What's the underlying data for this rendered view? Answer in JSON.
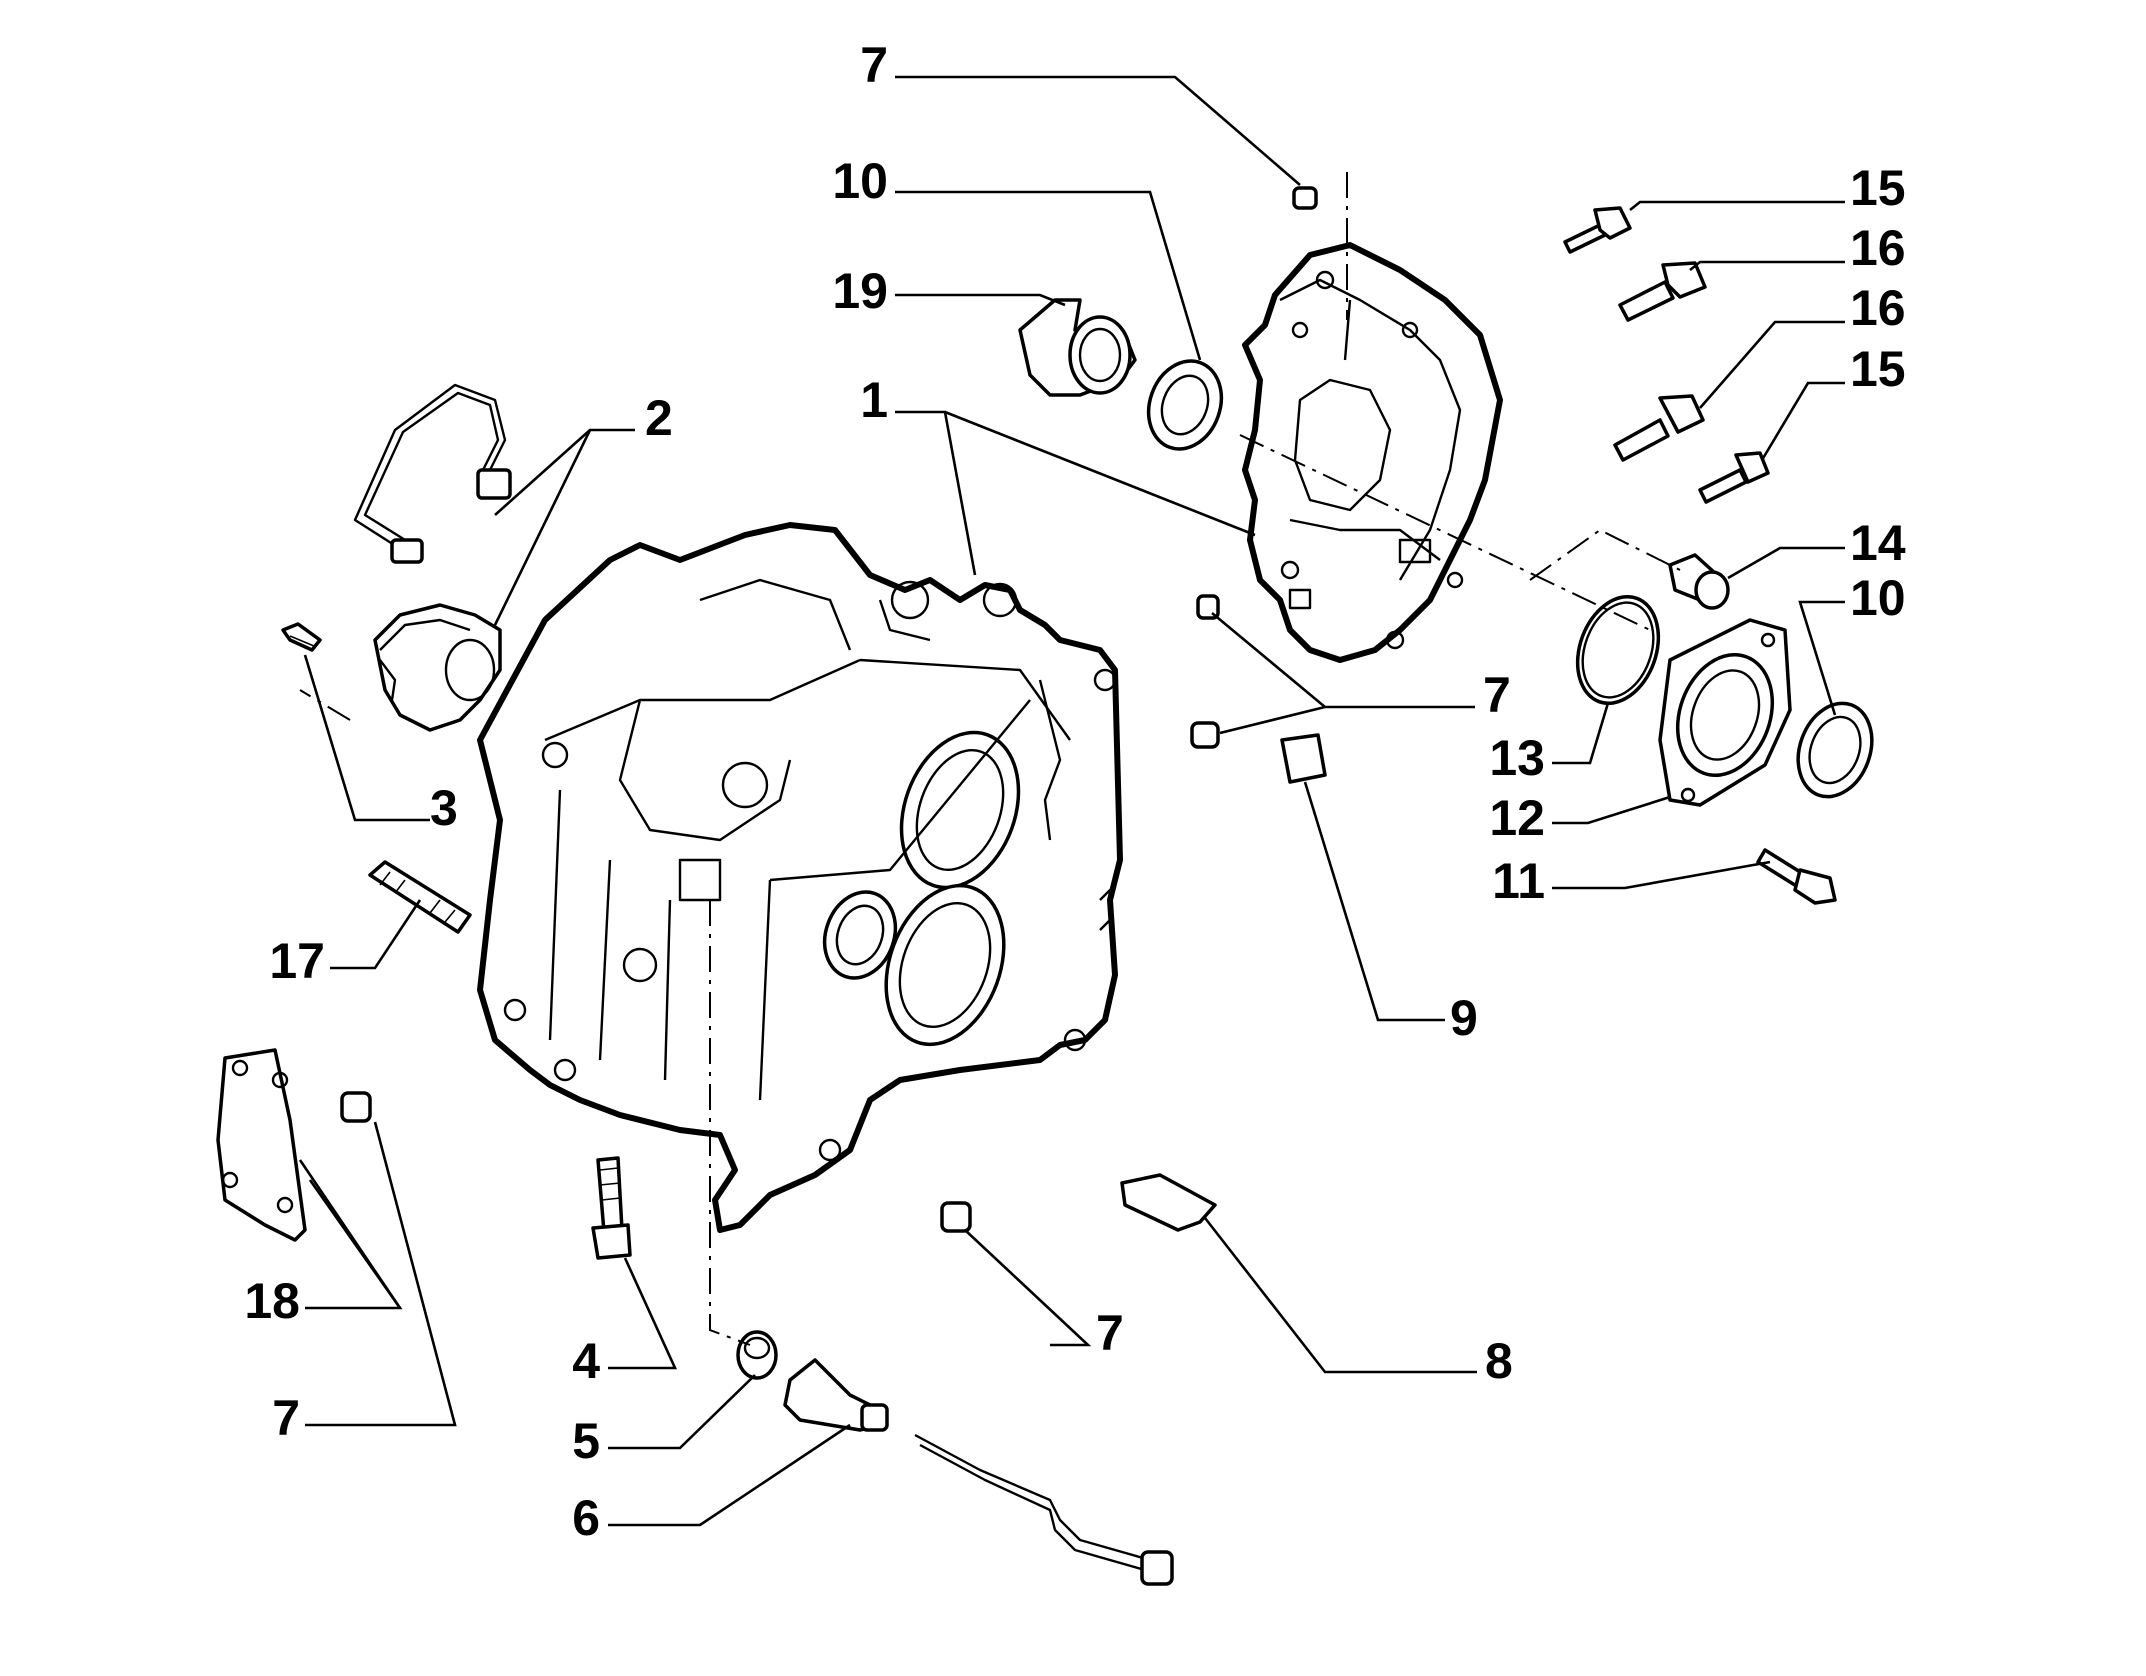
{
  "callouts": [
    {
      "id": "c7a",
      "label": "7"
    },
    {
      "id": "c10a",
      "label": "10"
    },
    {
      "id": "c19",
      "label": "19"
    },
    {
      "id": "c1",
      "label": "1"
    },
    {
      "id": "c2",
      "label": "2"
    },
    {
      "id": "c3",
      "label": "3"
    },
    {
      "id": "c17",
      "label": "17"
    },
    {
      "id": "c15a",
      "label": "15"
    },
    {
      "id": "c16a",
      "label": "16"
    },
    {
      "id": "c16b",
      "label": "16"
    },
    {
      "id": "c15b",
      "label": "15"
    },
    {
      "id": "c14",
      "label": "14"
    },
    {
      "id": "c10b",
      "label": "10"
    },
    {
      "id": "c7b",
      "label": "7"
    },
    {
      "id": "c13",
      "label": "13"
    },
    {
      "id": "c12",
      "label": "12"
    },
    {
      "id": "c11",
      "label": "11"
    },
    {
      "id": "c9",
      "label": "9"
    },
    {
      "id": "c18",
      "label": "18"
    },
    {
      "id": "c7c",
      "label": "7"
    },
    {
      "id": "c4",
      "label": "4"
    },
    {
      "id": "c5",
      "label": "5"
    },
    {
      "id": "c6",
      "label": "6"
    },
    {
      "id": "c7d",
      "label": "7"
    },
    {
      "id": "c8",
      "label": "8"
    }
  ]
}
